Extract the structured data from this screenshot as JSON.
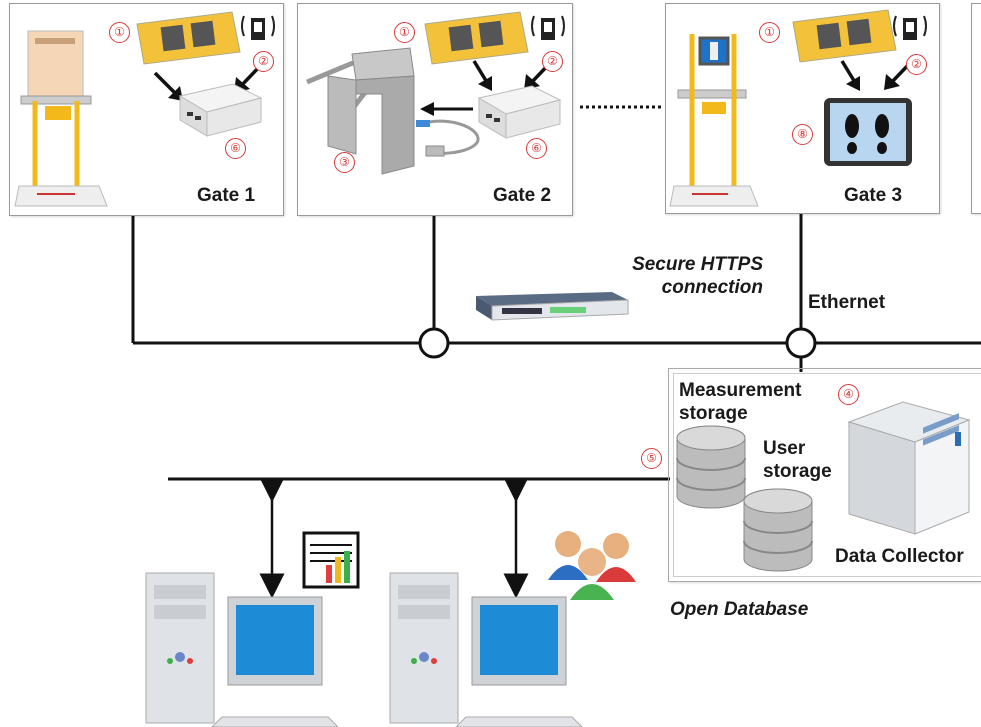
{
  "gates": [
    {
      "label": "Gate 1",
      "markers": [
        "①",
        "②",
        "⑥"
      ]
    },
    {
      "label": "Gate 2",
      "markers": [
        "①",
        "②",
        "③",
        "⑥"
      ]
    },
    {
      "label": "Gate 3",
      "markers": [
        "①",
        "②",
        "⑧"
      ]
    }
  ],
  "network": {
    "secure_line1": "Secure HTTPS",
    "secure_line2": "connection",
    "ethernet": "Ethernet"
  },
  "database": {
    "marker_collector": "④",
    "marker_line": "⑤",
    "measurement_line1": "Measurement",
    "measurement_line2": "storage",
    "user_line1": "User",
    "user_line2": "storage",
    "collector": "Data Collector",
    "open_db": "Open Database"
  },
  "colors": {
    "marker": "#d63a3a",
    "line": "#111111",
    "yellow": "#f3b91a",
    "screen_blue": "#1e73c8"
  }
}
